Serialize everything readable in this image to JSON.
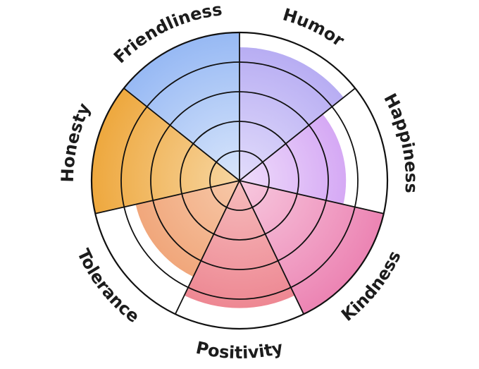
{
  "chart_data": {
    "type": "radial-bar",
    "levels": 5,
    "ylim": [
      0,
      5
    ],
    "grid": true,
    "segments": [
      {
        "name": "Humor",
        "value": 4.5,
        "color_inner": "#e2dcfb",
        "color_outer": "#b3a8f2"
      },
      {
        "name": "Happiness",
        "value": 3.6,
        "color_inner": "#efdcfb",
        "color_outer": "#cb95f2"
      },
      {
        "name": "Kindness",
        "value": 5.0,
        "color_inner": "#f7c9df",
        "color_outer": "#ec84b3"
      },
      {
        "name": "Positivity",
        "value": 4.3,
        "color_inner": "#f6bcbc",
        "color_outer": "#ec7f8c"
      },
      {
        "name": "Tolerance",
        "value": 3.6,
        "color_inner": "#f7c8a8",
        "color_outer": "#ee9a6a"
      },
      {
        "name": "Honesty",
        "value": 5.0,
        "color_inner": "#f7d6a2",
        "color_outer": "#eea83e"
      },
      {
        "name": "Friendliness",
        "value": 5.0,
        "color_inner": "#d9e6fb",
        "color_outer": "#97b9f4"
      }
    ]
  }
}
